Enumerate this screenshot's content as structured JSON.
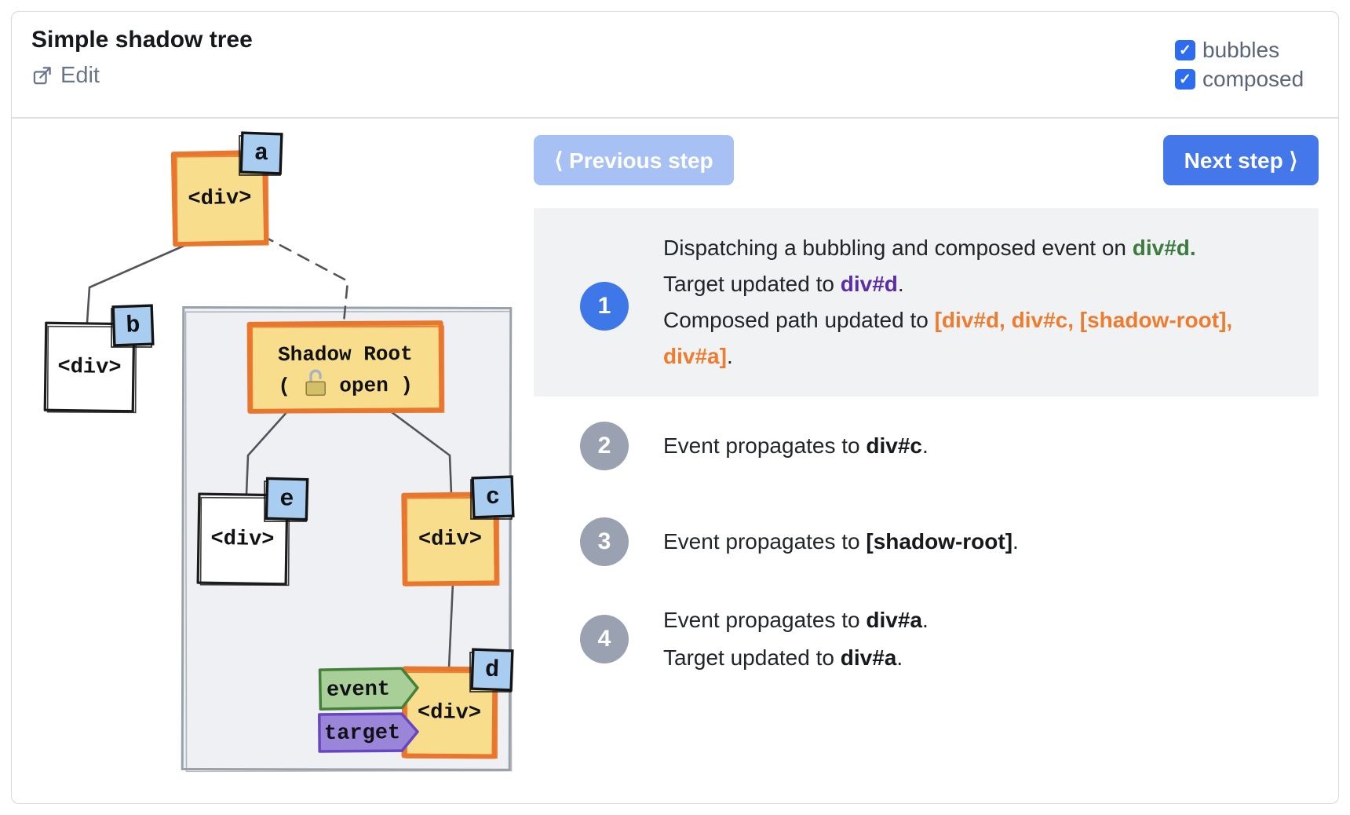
{
  "header": {
    "title": "Simple shadow tree",
    "edit_label": "Edit",
    "bubbles": {
      "label": "bubbles",
      "checked": true
    },
    "composed": {
      "label": "composed",
      "checked": true
    },
    "check_glyph": "✓"
  },
  "controls": {
    "prev_label": "⟨ Previous step",
    "next_label": "Next step ⟩"
  },
  "steps": [
    {
      "number": "1",
      "state": "active",
      "lines": [
        [
          {
            "t": "Dispatching a bubbling and composed event on "
          },
          {
            "t": "div#d.",
            "s": "green"
          }
        ],
        [
          {
            "t": "Target updated to "
          },
          {
            "t": "div#d",
            "s": "purple"
          },
          {
            "t": "."
          }
        ],
        [
          {
            "t": "Composed path updated to "
          },
          {
            "t": "[div#d, div#c, [shadow-root], div#a]",
            "s": "orange"
          },
          {
            "t": "."
          }
        ]
      ]
    },
    {
      "number": "2",
      "state": "inactive",
      "lines": [
        [
          {
            "t": "Event propagates to "
          },
          {
            "t": "div#c",
            "s": "bold"
          },
          {
            "t": "."
          }
        ]
      ]
    },
    {
      "number": "3",
      "state": "inactive",
      "lines": [
        [
          {
            "t": "Event propagates to "
          },
          {
            "t": "[shadow-root]",
            "s": "bold"
          },
          {
            "t": "."
          }
        ]
      ]
    },
    {
      "number": "4",
      "state": "inactive",
      "lines": [
        [
          {
            "t": "Event propagates to "
          },
          {
            "t": "div#a",
            "s": "bold"
          },
          {
            "t": "."
          }
        ],
        [
          {
            "t": "Target updated to "
          },
          {
            "t": "div#a",
            "s": "bold"
          },
          {
            "t": "."
          }
        ]
      ]
    }
  ],
  "tree": {
    "nodes": [
      {
        "id": "a",
        "badge": "a",
        "label": "<div>",
        "type": "host"
      },
      {
        "id": "b",
        "badge": "b",
        "label": "<div>",
        "type": "plain"
      },
      {
        "id": "sr",
        "label_line1": "Shadow Root",
        "label_line2": "(    open )",
        "lock_icon": "open-lock-icon",
        "type": "host"
      },
      {
        "id": "e",
        "badge": "e",
        "label": "<div>",
        "type": "plain"
      },
      {
        "id": "c",
        "badge": "c",
        "label": "<div>",
        "type": "host"
      },
      {
        "id": "d",
        "badge": "d",
        "label": "<div>",
        "type": "host"
      }
    ],
    "tags": [
      {
        "id": "event",
        "label": "event",
        "color": "green"
      },
      {
        "id": "target",
        "label": "target",
        "color": "purple"
      }
    ]
  },
  "colors": {
    "accent_blue": "#4377ea",
    "disabled_blue": "#a7c1f4",
    "checkbox_blue": "#2d6cf0",
    "active_step": "#3e77e8",
    "inactive_step": "#9aa2b1",
    "panel_gray": "#f1f2f4",
    "green": "#3c7d3f",
    "purple": "#5a2ea6",
    "orange": "#ee7c2e",
    "node_yellow": "#f8dd8c",
    "node_orange": "#e8772d",
    "badge_blue": "#a9cdf0",
    "tag_green": "#a9cf99",
    "tag_green_border": "#43803a",
    "tag_purple": "#9b85d8",
    "tag_purple_border": "#6646c2",
    "container_gray": "#eef0f3",
    "container_border": "#9ba1ab",
    "link_gray": "#53545a",
    "lock_body": "#d2bf68",
    "lock_body_border": "#8b7c40",
    "lock_shackle": "#a9b3c0"
  }
}
